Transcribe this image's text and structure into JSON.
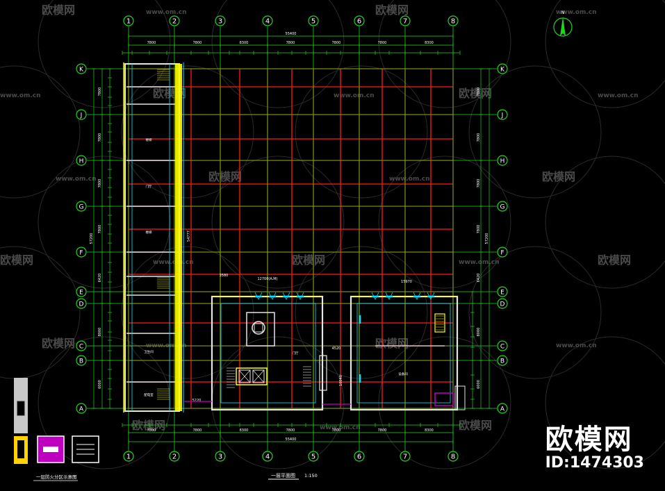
{
  "drawing": {
    "title": "一层平面图",
    "scale": "1:150",
    "legend_caption": "一层防火分区示意图",
    "north_label": "N",
    "dim_total_top": "55400",
    "dim_total_bottom": "55400",
    "dim_total_left": "57200",
    "dim_total_right": "57200",
    "col_spacings": [
      "7800",
      "7800",
      "8300",
      "7800",
      "7800",
      "7800",
      "8300"
    ],
    "row_spacings": [
      "7800",
      "7800",
      "7800",
      "7800",
      "6420",
      "8000",
      "6000"
    ],
    "extra_dims": [
      "3580",
      "12700(A.M)",
      "15970",
      "5220",
      "4520",
      "10040",
      "54777"
    ],
    "col_labels": [
      "1",
      "2",
      "3",
      "4",
      "5",
      "6",
      "7",
      "8"
    ],
    "row_labels": [
      "K",
      "J",
      "H",
      "G",
      "F",
      "E",
      "D",
      "C",
      "B",
      "A"
    ],
    "room_labels": [
      "楼梯",
      "门厅",
      "楼梯",
      "卫生间",
      "配电室",
      "设备间"
    ]
  },
  "watermark": {
    "brand": "欧模网",
    "url": "www.om.cn",
    "id": "ID:1474303"
  },
  "colors": {
    "background": "#000000",
    "axis_green": "#1fd61f",
    "grid_red": "#ff1a1a",
    "wall_white": "#e6e6e6",
    "cyan": "#00e5ff",
    "yellow": "#ffff00",
    "magenta": "#c000c0"
  }
}
